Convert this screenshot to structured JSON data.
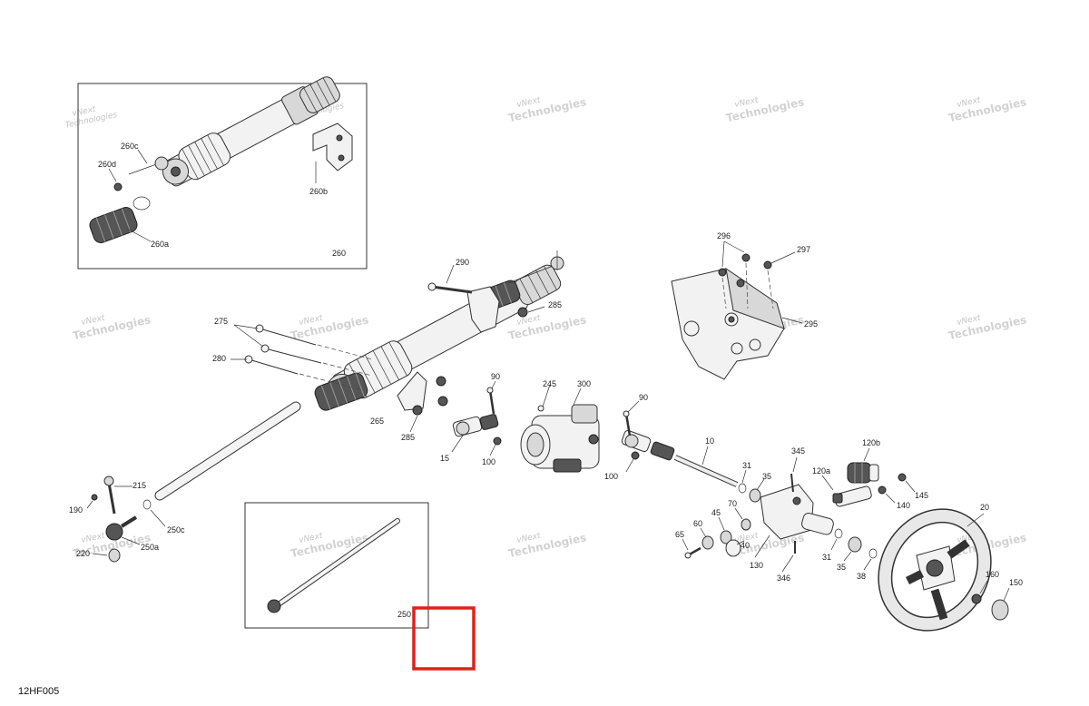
{
  "diagram": {
    "ref_code": "12HF005",
    "watermark_line1": "vNext",
    "watermark_line2": "Technologies",
    "highlight_color": "#e0201a",
    "labels": {
      "l260c": "260c",
      "l260d": "260d",
      "l260b": "260b",
      "l260a": "260a",
      "l260": "260",
      "l290": "290",
      "l285a": "285",
      "l285b": "285",
      "l275": "275",
      "l280": "280",
      "l265": "265",
      "l90a": "90",
      "l90b": "90",
      "l245": "245",
      "l300": "300",
      "l15": "15",
      "l100a": "100",
      "l100b": "100",
      "l10": "10",
      "l296": "296",
      "l297": "297",
      "l295": "295",
      "l215": "215",
      "l190": "190",
      "l250c": "250c",
      "l250a": "250a",
      "l220": "220",
      "l250": "250",
      "l31a": "31",
      "l31b": "31",
      "l35a": "35",
      "l35b": "35",
      "l345": "345",
      "l120b": "120b",
      "l120a": "120a",
      "l145": "145",
      "l140": "140",
      "l20": "20",
      "l70": "70",
      "l45": "45",
      "l60": "60",
      "l40": "40",
      "l65": "65",
      "l130": "130",
      "l346": "346",
      "l38": "38",
      "l160": "160",
      "l150": "150"
    }
  }
}
